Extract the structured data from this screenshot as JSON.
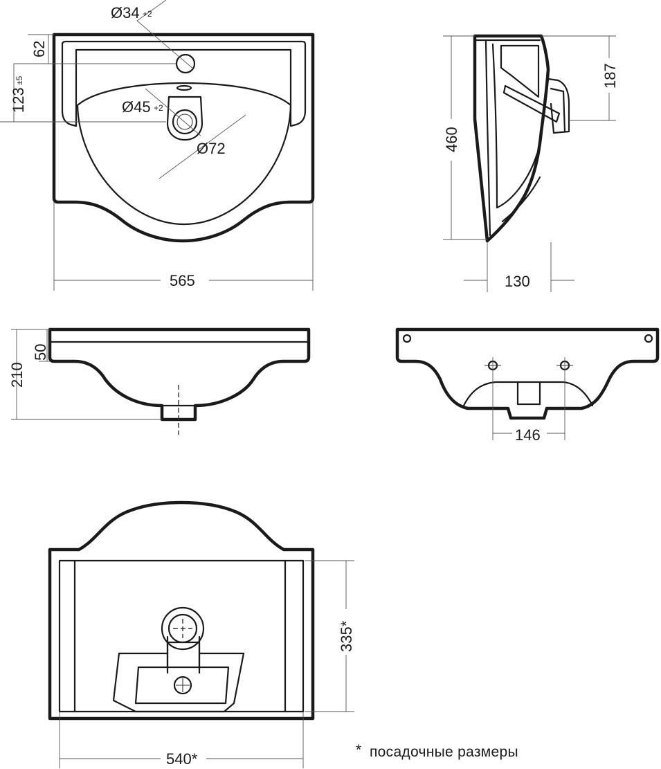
{
  "dimensions": {
    "d34": "Ø34",
    "d34_tol": "+2",
    "d45": "Ø45",
    "d45_tol": "+2",
    "d72": "Ø72",
    "h62": "62",
    "h123": "123",
    "h123_tol": "±5",
    "w565": "565",
    "h460": "460",
    "h187": "187",
    "w130": "130",
    "h210": "210",
    "h50": "50",
    "w146": "146",
    "h335": "335*",
    "w540": "540*"
  },
  "note": {
    "asterisk": "*",
    "text": "посадочные размеры"
  }
}
